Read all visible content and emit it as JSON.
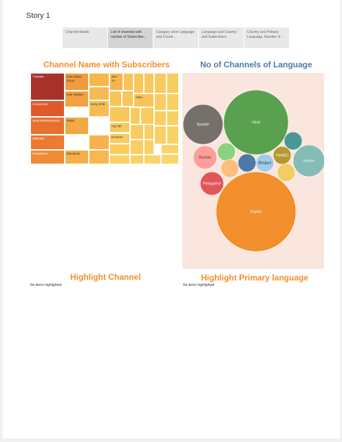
{
  "story": {
    "title": "Story 1",
    "tabs": [
      {
        "label": "Channel details"
      },
      {
        "label": "List of channels with number of Subscriber..."
      },
      {
        "label": "Category wise Language and Countr..."
      },
      {
        "label": "Language and Country and Subscribers"
      },
      {
        "label": "Country and Primary Language, Number of ..."
      }
    ]
  },
  "treemap": {
    "title": "Channel Name with Subscribers",
    "title_color": "#f28e2b",
    "cells": [
      {
        "label": "T-Series",
        "color": "#a8322a"
      },
      {
        "label": "Cocomelon",
        "color": "#e0592a"
      },
      {
        "label": "Sony Entertainment...",
        "color": "#e8702e"
      },
      {
        "label": "MrBeast",
        "color": "#ec7a30"
      },
      {
        "label": "PewDiePie",
        "color": "#f08a35"
      },
      {
        "label": "Kids Diana Show",
        "color": "#f09c3c"
      },
      {
        "label": "Like Nastya",
        "color": "#f2a040"
      },
      {
        "label": "WWE",
        "color": "#f4a844"
      },
      {
        "label": "Blackpink",
        "color": "#f5b04a"
      },
      {
        "label": "Zee TV",
        "color": "#f6b54c"
      },
      {
        "label": "Sony SAB",
        "color": "#f7bc52"
      },
      {
        "label": "Vlad...",
        "color": "#f8c458"
      },
      {
        "label": "Aaj Tak",
        "color": "#f8c85c"
      },
      {
        "label": "Eminem",
        "color": "#f8cc60"
      }
    ]
  },
  "bubble_chart": {
    "title": "No of Channels of Language",
    "title_color": "#4e79a7",
    "bubbles": [
      {
        "label": "Hindi",
        "color": "#59a14f"
      },
      {
        "label": "English",
        "color": "#f28e2b"
      },
      {
        "label": "Spanish",
        "color": "#76706b"
      },
      {
        "label": "Russian",
        "color": "#ff9d9a"
      },
      {
        "label": "Portuguese",
        "color": "#e15759"
      },
      {
        "label": "Korean",
        "color": "#86bcb6"
      },
      {
        "label": "Bhojpuri",
        "color": "#a0cbe8"
      },
      {
        "label": "Hindi(E)",
        "color": "#b6992d"
      },
      {
        "label": "",
        "color": "#8cd17d"
      },
      {
        "label": "",
        "color": "#ffbe7d"
      },
      {
        "label": "",
        "color": "#4e79a7"
      },
      {
        "label": "",
        "color": "#f1ce63"
      },
      {
        "label": "",
        "color": "#499894"
      }
    ]
  },
  "highlight_channel": {
    "title": "Highlight Channel",
    "note": "No items highlighted",
    "title_color": "#f28e2b"
  },
  "highlight_language": {
    "title": "Highlight Primary language",
    "note": "No items highlighted",
    "title_color": "#f28e2b"
  }
}
